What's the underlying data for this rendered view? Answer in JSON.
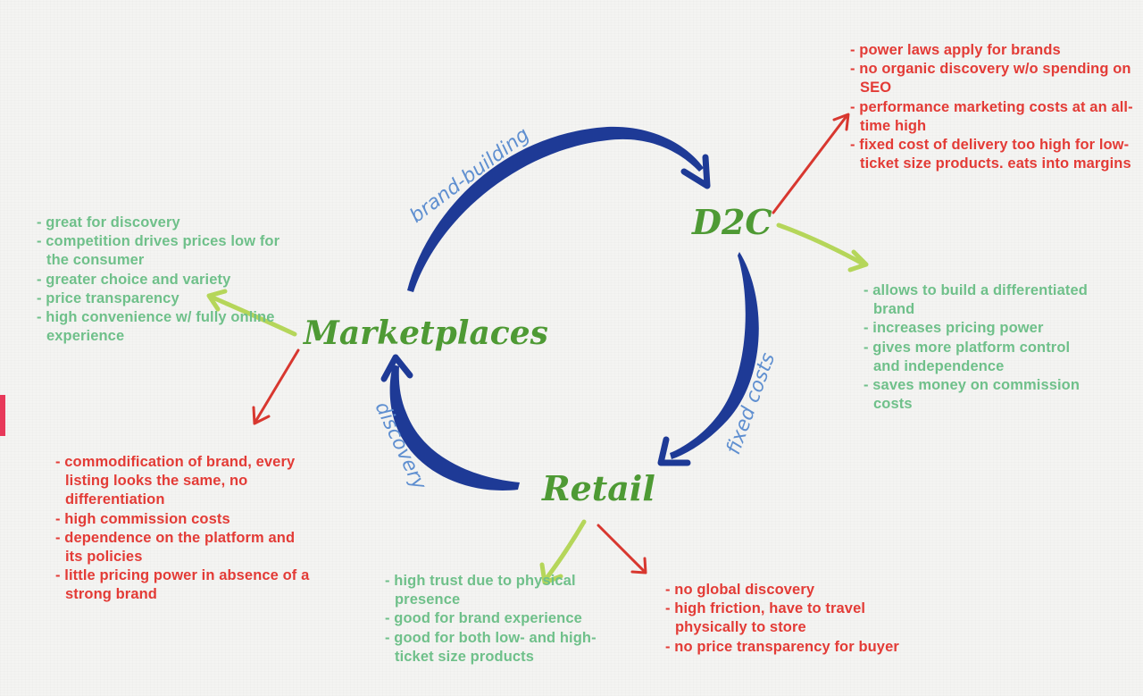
{
  "nodes": {
    "d2c": "D2C",
    "marketplaces": "Marketplaces",
    "retail": "Retail"
  },
  "edges": {
    "brand_building": "brand-building",
    "fixed_costs": "fixed costs",
    "discovery": "discovery"
  },
  "notes": {
    "d2c_cons": [
      "power laws apply for brands",
      "no organic discovery w/o spending on SEO",
      "performance marketing costs at an all-time high",
      "fixed cost of delivery too high for low-ticket size products. eats into margins"
    ],
    "d2c_pros": [
      "allows to build a differentiated brand",
      "increases pricing power",
      "gives more platform control and independence",
      "saves money on commission costs"
    ],
    "marketplaces_pros": [
      "great for discovery",
      "competition drives prices low for the consumer",
      "greater choice and variety",
      "price transparency",
      "high convenience w/ fully online experience"
    ],
    "marketplaces_cons": [
      "commodification of brand, every listing looks the same, no differentiation",
      "high commission costs",
      "dependence on the platform and its policies",
      "little pricing power in absence of a strong brand"
    ],
    "retail_pros": [
      "high trust due to physical presence",
      "good for brand experience",
      "good for both low- and high-ticket size products"
    ],
    "retail_cons": [
      "no global discovery",
      "high friction, have to travel physically to store",
      "no price transparency for buyer"
    ]
  },
  "colors": {
    "cycle_arrow": "#1e3a96",
    "node_text": "#4e9a34",
    "edge_text": "#5f8fd0",
    "pro_text": "#6fc08a",
    "con_text": "#e33b36",
    "pro_arrow": "#b5d65a",
    "con_arrow": "#d8372f"
  }
}
